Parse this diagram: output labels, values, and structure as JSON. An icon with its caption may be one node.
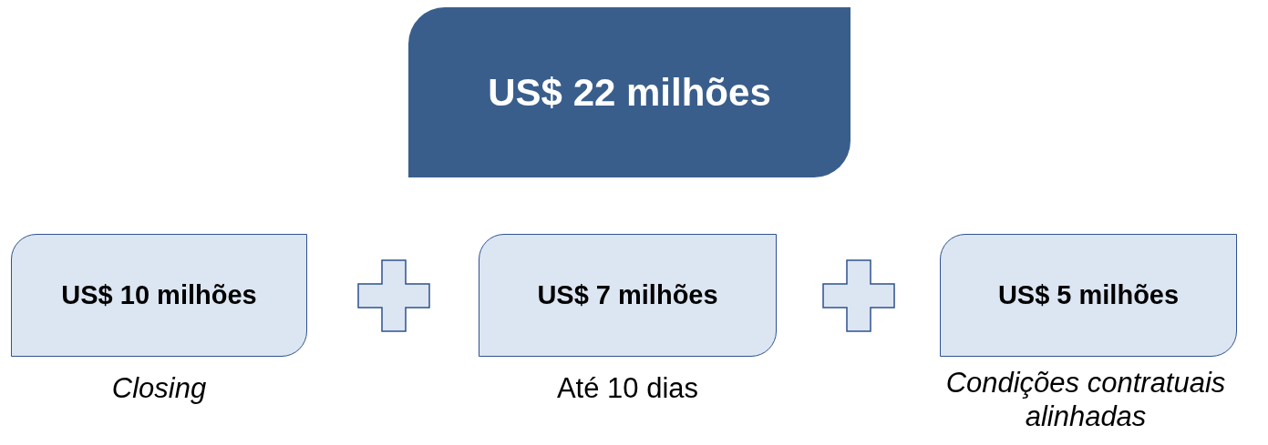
{
  "diagram": {
    "nodes": [
      {
        "text": [
          "US$ 22 milhões"
        ]
      },
      {
        "text": [
          "US$ 10 milhões"
        ],
        "beside": [
          "Closing"
        ]
      },
      {
        "text": [
          "US$ 7 milhões"
        ],
        "beside": [
          "Até 10 dias"
        ]
      },
      {
        "text": [
          "US$ 5 milhões"
        ],
        "beside": [
          "Condições contratuais alinhadas"
        ]
      }
    ]
  }
}
